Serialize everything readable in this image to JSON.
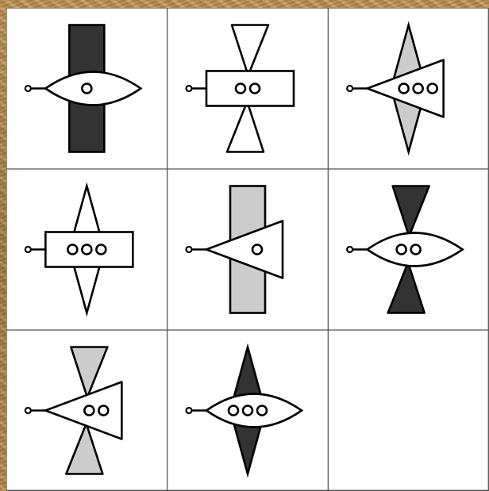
{
  "puzzle": {
    "rows": 3,
    "cols": 3,
    "colors": {
      "dark": "#333333",
      "light": "#cccccc",
      "white": "#ffffff",
      "outline": "#000000"
    },
    "cells": [
      {
        "body": "lens",
        "wing": "straight",
        "wing_fill": "dark",
        "windows": 1
      },
      {
        "body": "rect",
        "wing": "slanted",
        "wing_fill": "white",
        "windows": 2
      },
      {
        "body": "triangle",
        "wing": "diamond",
        "wing_fill": "light",
        "windows": 3
      },
      {
        "body": "rect",
        "wing": "diamond",
        "wing_fill": "white",
        "windows": 3
      },
      {
        "body": "triangle",
        "wing": "straight",
        "wing_fill": "light",
        "windows": 1
      },
      {
        "body": "lens",
        "wing": "slanted",
        "wing_fill": "dark",
        "windows": 2
      },
      {
        "body": "triangle",
        "wing": "slanted",
        "wing_fill": "light",
        "windows": 2
      },
      {
        "body": "lens",
        "wing": "diamond",
        "wing_fill": "dark",
        "windows": 3
      },
      {
        "body": "none",
        "wing": "none",
        "wing_fill": "white",
        "windows": 0
      }
    ]
  }
}
